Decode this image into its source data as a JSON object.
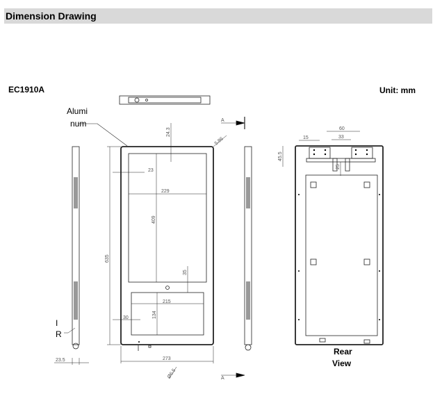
{
  "section_title": "Dimension Drawing",
  "model": "EC1910A",
  "unit_label": "Unit: mm",
  "material_label_line1": "Alumi",
  "material_label_line2": "num",
  "ir_label_line1": "I",
  "ir_label_line2": "R",
  "rear_view_line1": "Rear",
  "rear_view_line2": "View",
  "section_marker": "A",
  "dimensions": {
    "top_bezel": "24.3",
    "corner": "5.86",
    "side_bezel": "23",
    "screen_width": "229",
    "screen_height": "409",
    "overall_height": "635",
    "gap": "35",
    "lower_width": "215",
    "lower_height": "134",
    "lower_side": "30",
    "overall_width": "273",
    "hole": "Ø6.5",
    "depth": "23.5",
    "rear_bracket_w": "15",
    "rear_span": "60",
    "rear_inner": "33",
    "rear_top": "45.5",
    "rear_offset": "25"
  }
}
